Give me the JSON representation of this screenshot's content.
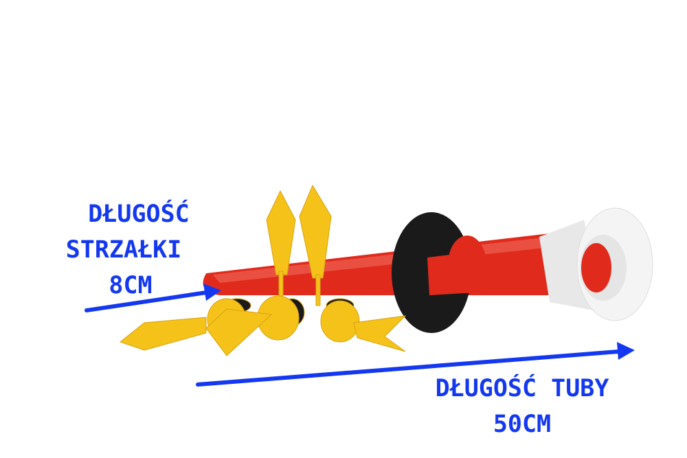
{
  "colors": {
    "annotation": "#1438f0",
    "tube": "#e02a1c",
    "dart": "#f5c21a",
    "base": "#1a1a1a",
    "cup": "#f2f2f2"
  },
  "arrow_label": {
    "line1": "DŁUGOŚĆ",
    "line2": "STRZAŁKI",
    "line3": "8CM"
  },
  "tube_label": {
    "line1": "DŁUGOŚĆ TUBY",
    "line2": "50CM"
  }
}
